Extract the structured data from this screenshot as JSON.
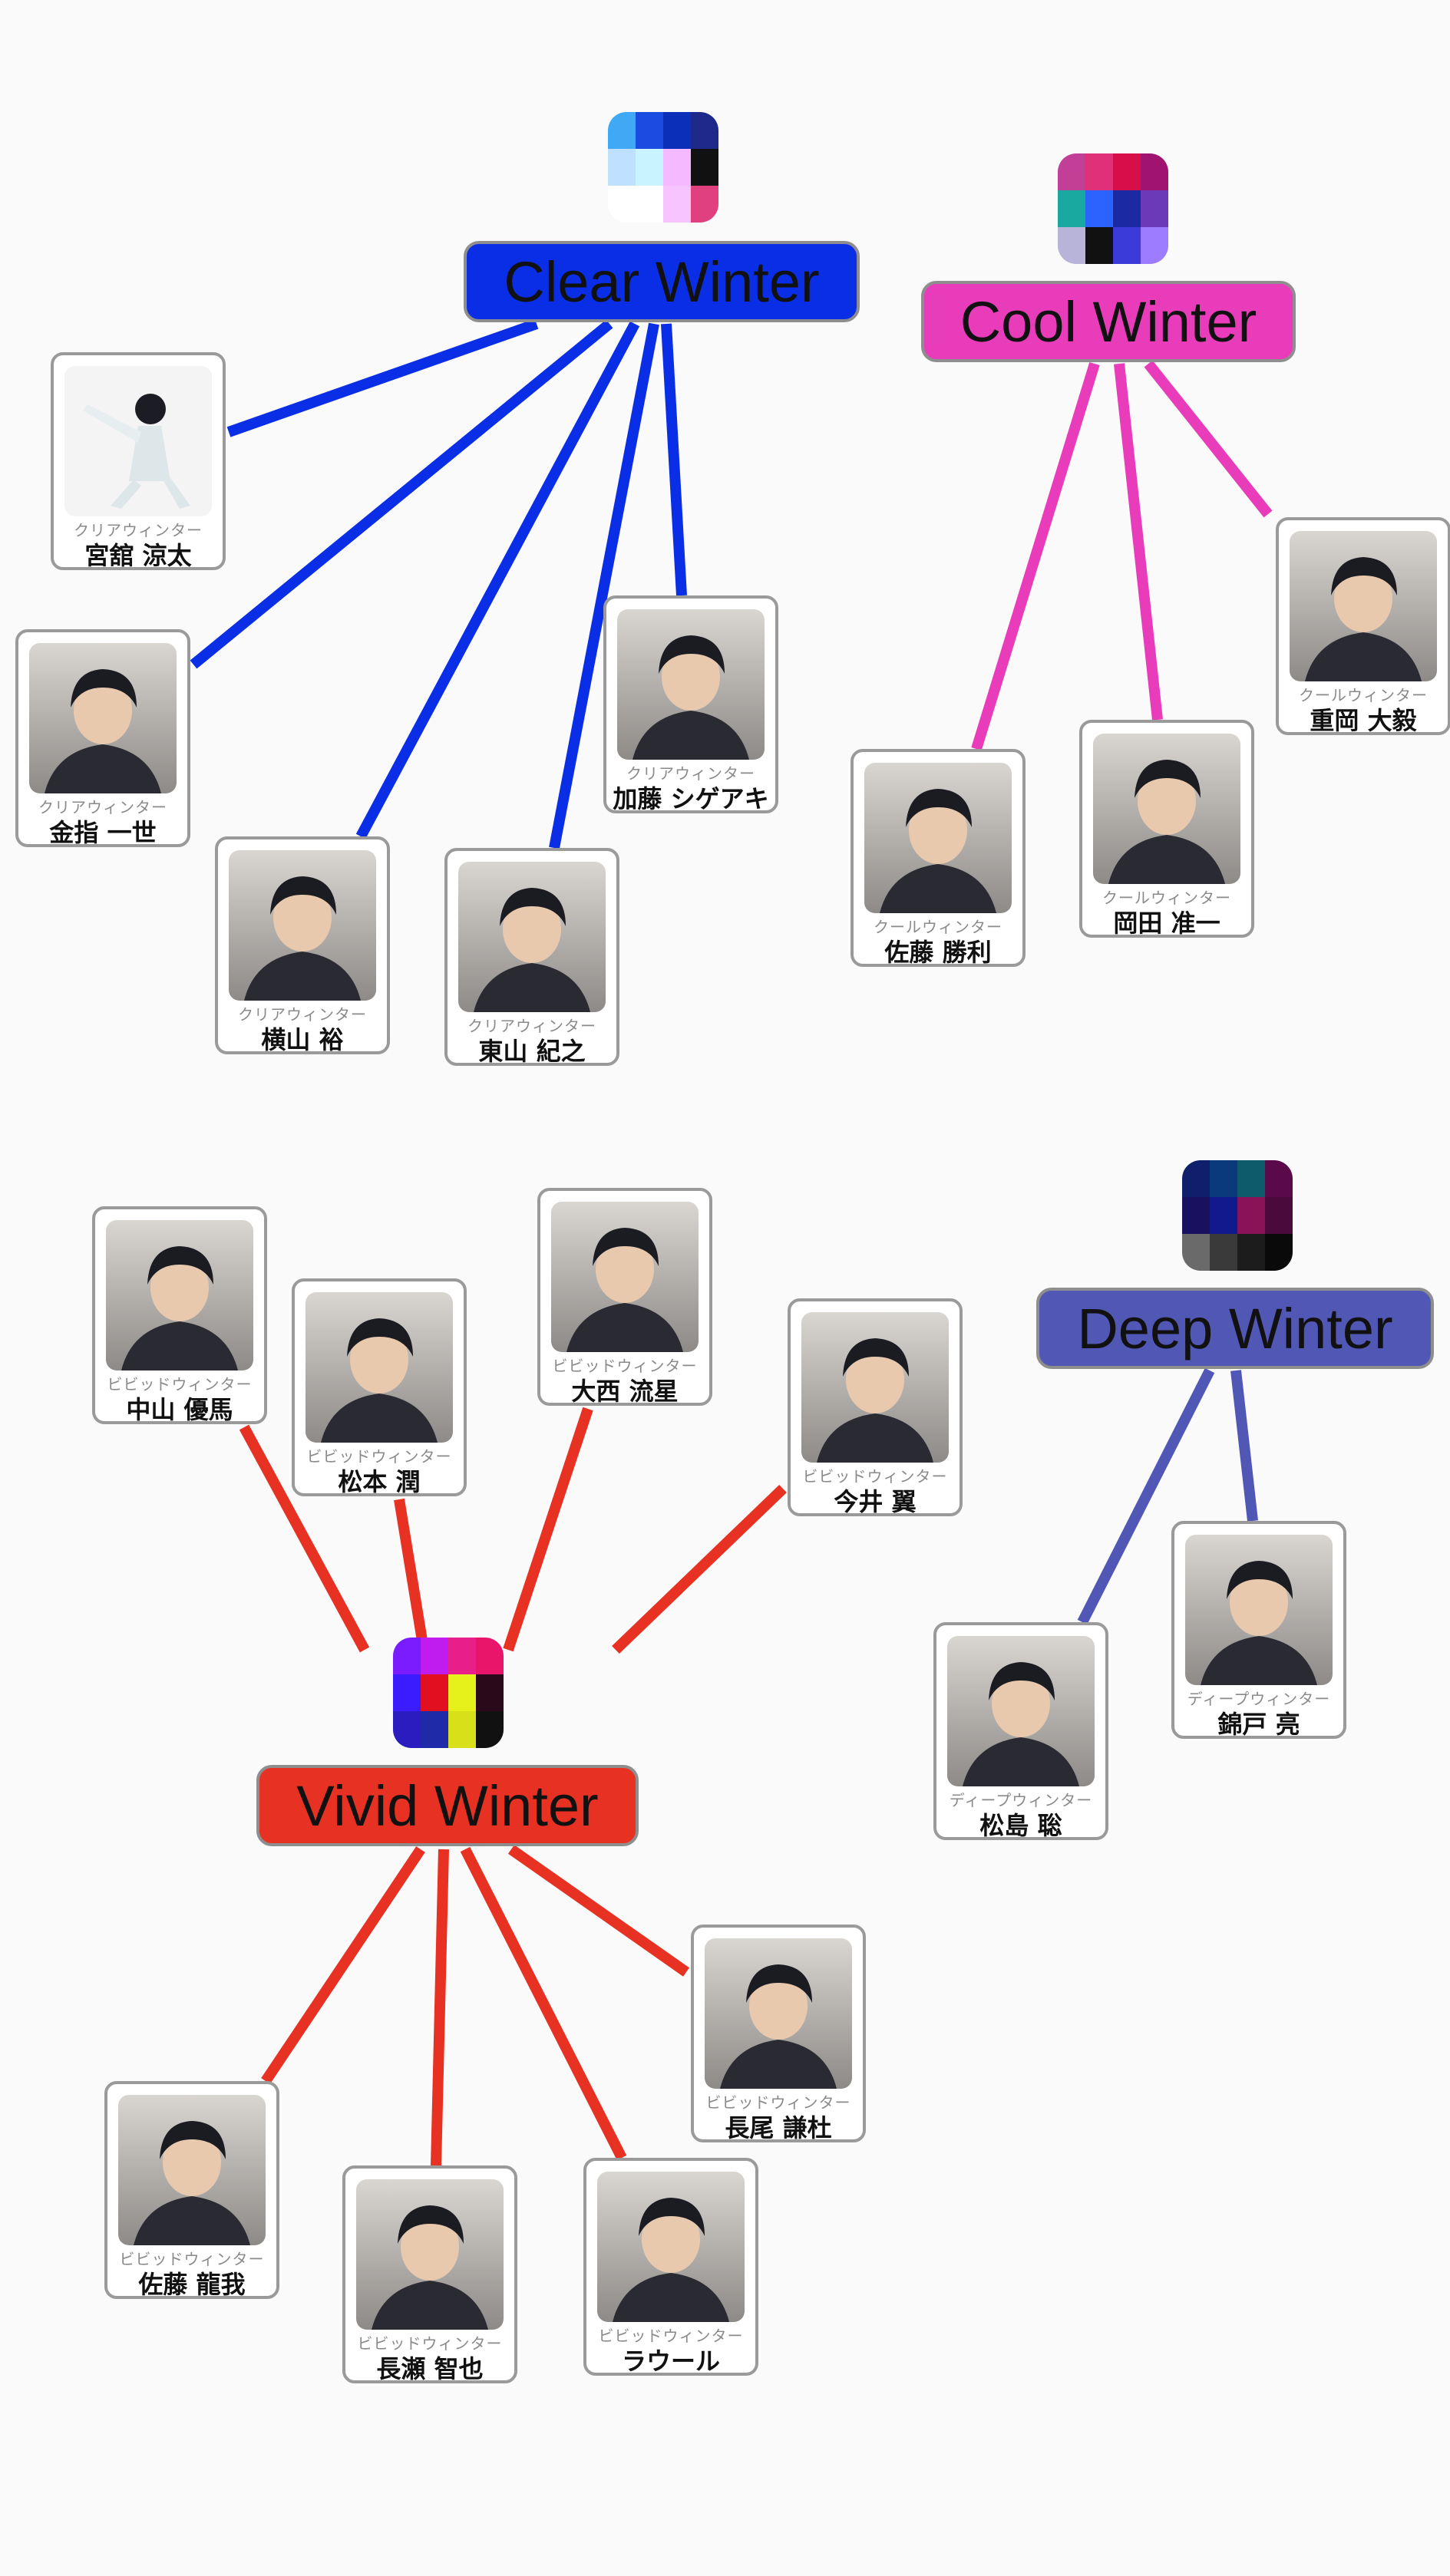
{
  "groups": [
    {
      "id": "clear-winter",
      "label": "Clear Winter",
      "color": "#0a2ee6",
      "swatch": {
        "cols": 4,
        "colors": [
          "#3fa9f5",
          "#1b4be0",
          "#0b2fb8",
          "#1d2a8c",
          "#bfe1ff",
          "#c9f4ff",
          "#f5b9ff",
          "#111111",
          "#ffffff",
          "#ffffff",
          "#f7c4ff",
          "#e0407e"
        ]
      },
      "members": [
        {
          "subtype": "クリアウィンター",
          "name": "宮舘 涼太",
          "photo": "figure-icon"
        },
        {
          "subtype": "クリアウィンター",
          "name": "金指 一世",
          "photo": "portrait-icon"
        },
        {
          "subtype": "クリアウィンター",
          "name": "横山 裕",
          "photo": "portrait-icon"
        },
        {
          "subtype": "クリアウィンター",
          "name": "東山 紀之",
          "photo": "portrait-icon"
        },
        {
          "subtype": "クリアウィンター",
          "name": "加藤 シゲアキ",
          "photo": "portrait-icon"
        }
      ]
    },
    {
      "id": "cool-winter",
      "label": "Cool Winter",
      "color": "#e83cbb",
      "swatch": {
        "cols": 4,
        "colors": [
          "#c23f97",
          "#e0307a",
          "#d60f4a",
          "#a0136e",
          "#1aa9a0",
          "#2a63ff",
          "#1b2aa3",
          "#6a3ab8",
          "#b8b3d9",
          "#111111",
          "#3b3bd9",
          "#9d7cff"
        ]
      },
      "members": [
        {
          "subtype": "クールウィンター",
          "name": "佐藤 勝利",
          "photo": "portrait-icon"
        },
        {
          "subtype": "クールウィンター",
          "name": "岡田 准一",
          "photo": "portrait-icon"
        },
        {
          "subtype": "クールウィンター",
          "name": "重岡 大毅",
          "photo": "portrait-icon"
        }
      ]
    },
    {
      "id": "deep-winter",
      "label": "Deep Winter",
      "color": "#5157b5",
      "swatch": {
        "cols": 4,
        "colors": [
          "#0f1f6b",
          "#0b3a7a",
          "#0e5c6b",
          "#5a0a4a",
          "#1a1060",
          "#101a8c",
          "#8a1256",
          "#4a0a3a",
          "#6a6a6a",
          "#3a3a3a",
          "#1c1c1c",
          "#0a0a0a"
        ]
      },
      "members": [
        {
          "subtype": "ディープウィンター",
          "name": "松島 聡",
          "photo": "portrait-icon"
        },
        {
          "subtype": "ディープウィンター",
          "name": "錦戸 亮",
          "photo": "portrait-icon"
        }
      ]
    },
    {
      "id": "vivid-winter",
      "label": "Vivid Winter",
      "color": "#e63123",
      "swatch": {
        "cols": 4,
        "colors": [
          "#7a1cff",
          "#c01cf0",
          "#e81f8a",
          "#e8156a",
          "#3a1cff",
          "#e01020",
          "#e6f01a",
          "#2a0a1a",
          "#2b1cc0",
          "#1e2aa8",
          "#d8e01a",
          "#111111"
        ]
      },
      "members": [
        {
          "subtype": "ビビッドウィンター",
          "name": "中山 優馬",
          "photo": "portrait-icon"
        },
        {
          "subtype": "ビビッドウィンター",
          "name": "松本 潤",
          "photo": "portrait-icon"
        },
        {
          "subtype": "ビビッドウィンター",
          "name": "大西 流星",
          "photo": "portrait-icon"
        },
        {
          "subtype": "ビビッドウィンター",
          "name": "今井 翼",
          "photo": "portrait-icon"
        },
        {
          "subtype": "ビビッドウィンター",
          "name": "長尾 謙杜",
          "photo": "portrait-icon"
        },
        {
          "subtype": "ビビッドウィンター",
          "name": "佐藤 龍我",
          "photo": "portrait-icon"
        },
        {
          "subtype": "ビビッドウィンター",
          "name": "長瀬 智也",
          "photo": "portrait-icon"
        },
        {
          "subtype": "ビビッドウィンター",
          "name": "ラウール",
          "photo": "portrait-icon"
        }
      ]
    }
  ]
}
